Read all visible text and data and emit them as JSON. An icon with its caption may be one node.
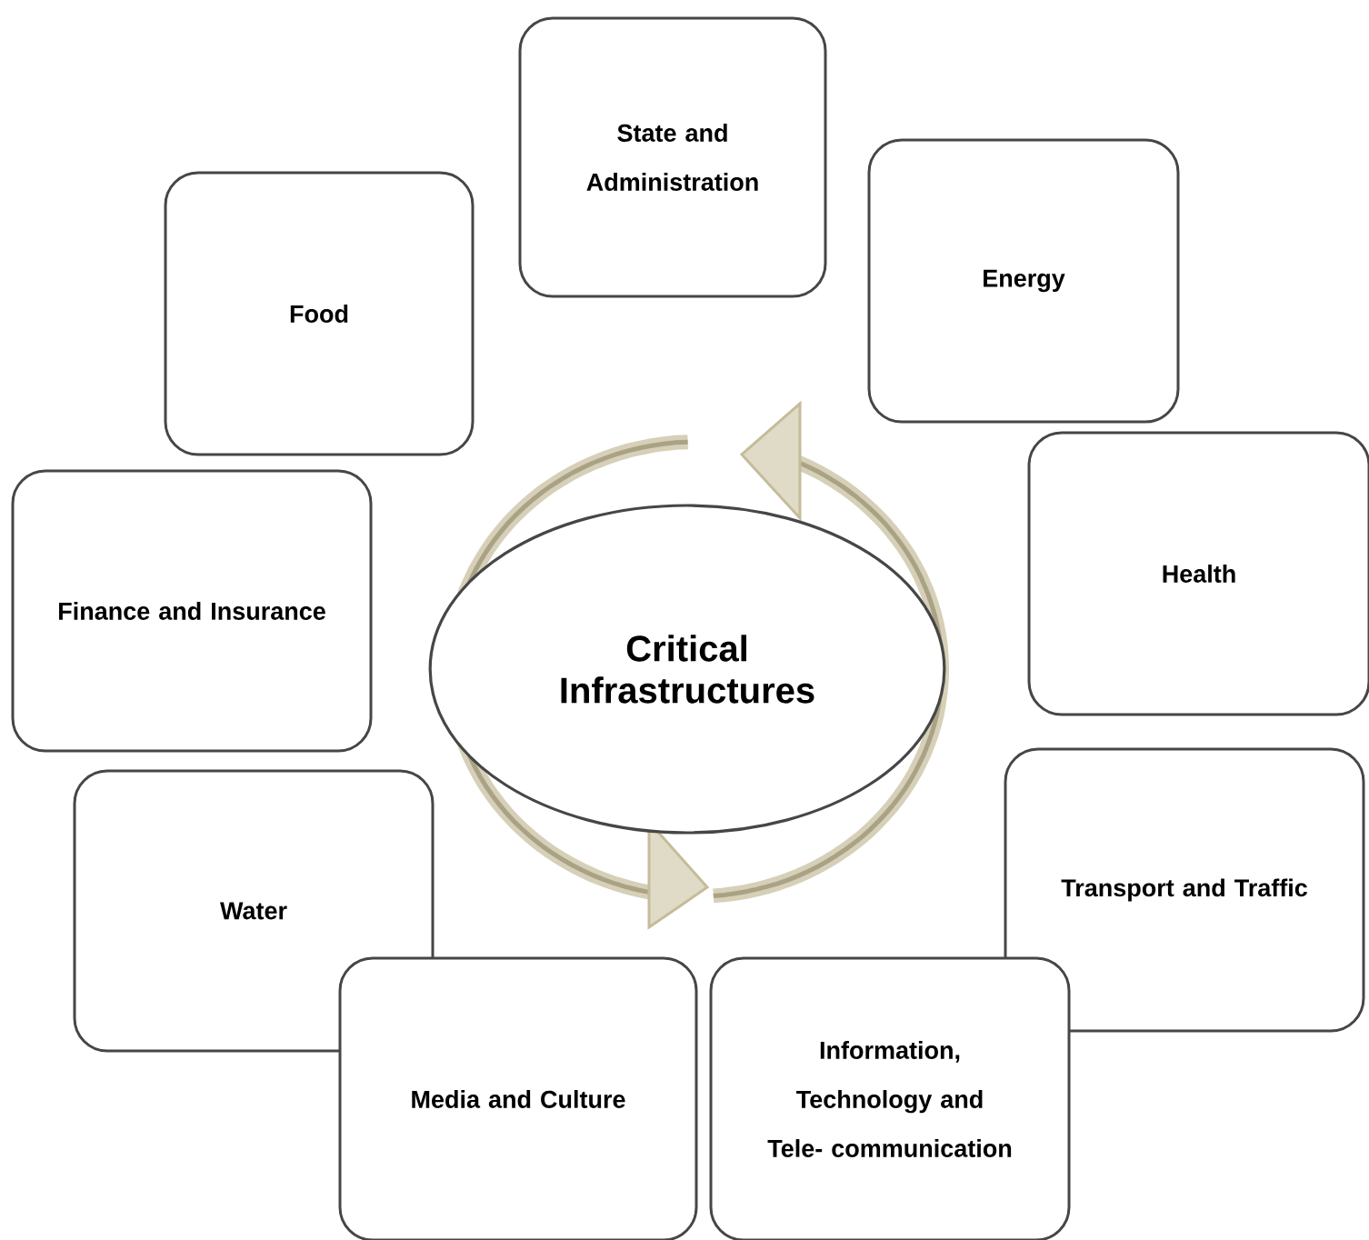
{
  "diagram": {
    "nodes": [
      {
        "text": [
          "State and Administration"
        ]
      },
      {
        "text": [
          "Food"
        ]
      },
      {
        "text": [
          "Energy"
        ]
      },
      {
        "text": [
          "Critical Infrastructures"
        ]
      },
      {
        "text": [
          "Finance and Insurance"
        ]
      },
      {
        "text": [
          "Health"
        ]
      },
      {
        "text": [
          "Water"
        ]
      },
      {
        "text": [
          "Transport and Traffic"
        ]
      },
      {
        "text": [
          "Media and Culture"
        ]
      },
      {
        "text": [
          "Information, Technology and Tele- communication"
        ]
      }
    ]
  }
}
